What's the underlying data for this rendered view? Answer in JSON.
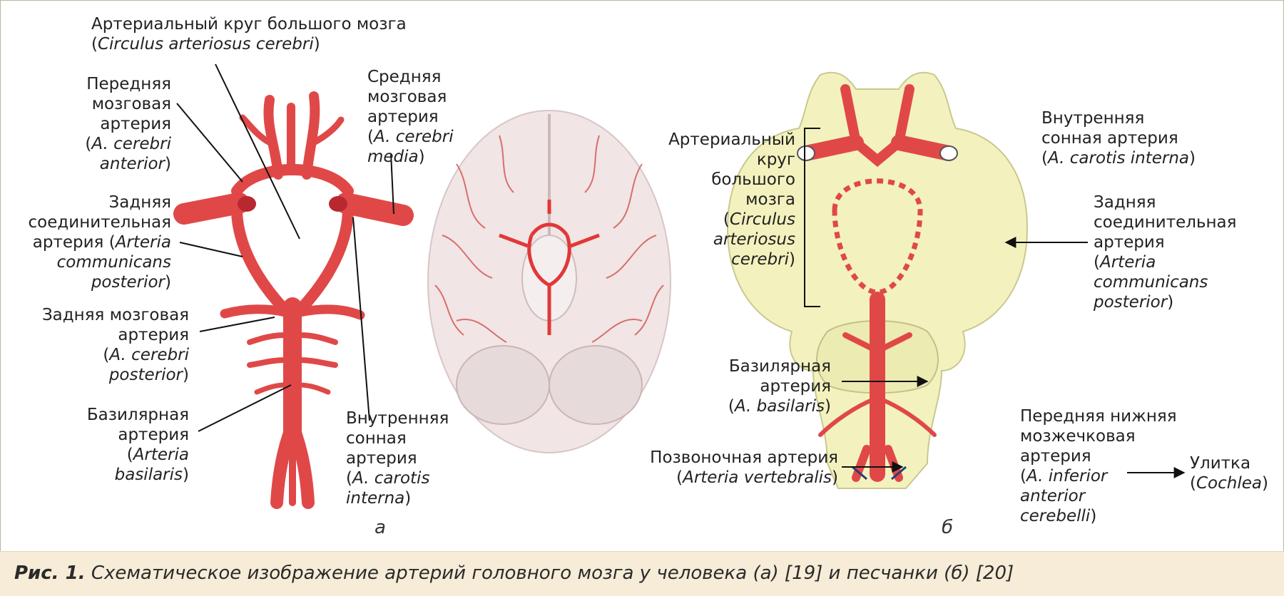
{
  "panel_a": {
    "circle_title": "Артериальный круг большого мозга",
    "circle_latin": "Circulus arteriosus cerebri",
    "anterior": {
      "l1": "Передняя",
      "l2": "мозговая",
      "l3": "артерия",
      "l4": "A. cerebri",
      "l5": "anterior"
    },
    "middle": {
      "l1": "Средняя",
      "l2": "мозговая",
      "l3": "артерия",
      "l4": "A. cerebri",
      "l5": "media"
    },
    "post_comm": {
      "l1": "Задняя",
      "l2": "соединительная",
      "l3": "артерия (",
      "l3i": "Arteria",
      "l4": "communicans",
      "l5": "posterior"
    },
    "post_cer": {
      "l1": "Задняя мозговая",
      "l2": "артерия",
      "l3": "A. cerebri",
      "l4": "posterior"
    },
    "basilar": {
      "l1": "Базилярная",
      "l2": "артерия",
      "l3": "Arteria",
      "l4": "basilaris"
    },
    "carotid": {
      "l1": "Внутренняя",
      "l2": "сонная",
      "l3": "артерия",
      "l4": "A. carotis",
      "l5": "interna"
    },
    "label": "а"
  },
  "panel_b": {
    "circle": {
      "l1": "Артериальный",
      "l2": "круг",
      "l3": "большого",
      "l4": "мозга",
      "l5": "Circulus",
      "l6": "arteriosus",
      "l7": "cerebri"
    },
    "carotid": {
      "l1": "Внутренняя",
      "l2": "сонная артерия",
      "l3": "A. carotis interna"
    },
    "post_comm": {
      "l1": "Задняя",
      "l2": "соединительная",
      "l3": "артерия",
      "l4": "Arteria",
      "l5": "communicans",
      "l6": "posterior"
    },
    "basilar": {
      "l1": "Базилярная",
      "l2": "артерия",
      "l3": "A. basilaris"
    },
    "vertebral": {
      "l1": "Позвоночная артерия",
      "l2": "Arteria vertebralis"
    },
    "aica": {
      "l1": "Передняя нижняя",
      "l2": "мозжечковая",
      "l3": "артерия",
      "l4": "A. inferior",
      "l5": "anterior",
      "l6": "cerebelli"
    },
    "cochlea": {
      "l1": "Улитка",
      "l2": "Cochlea"
    },
    "label": "б"
  },
  "caption": {
    "prefix": "Рис. 1.",
    "text": " Схематическое изображение артерий головного мозга у человека (а) [19] и песчанки (б) [20]"
  },
  "colors": {
    "artery": "#e04848",
    "gerbil_brain": "#f3f2be",
    "caption_bg": "#f6ecd7"
  }
}
